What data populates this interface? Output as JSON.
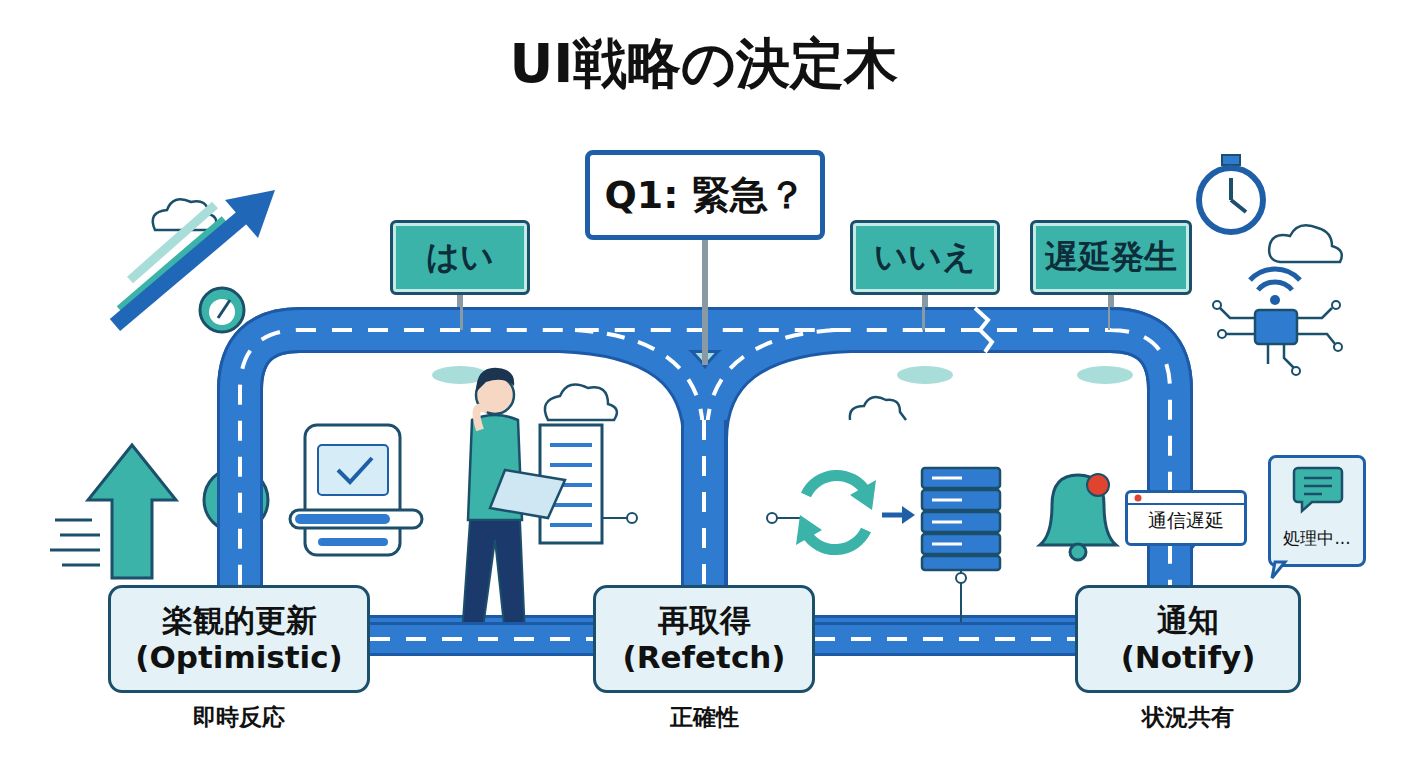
{
  "diagram": {
    "title": "UI戦略の決定木",
    "nodes": [
      {
        "text": [
          "Q1: 緊急？"
        ]
      },
      {
        "text": [
          "はい"
        ]
      },
      {
        "text": [
          "いいえ"
        ]
      },
      {
        "text": [
          "遅延発生"
        ]
      },
      {
        "text": [
          "通信遅延"
        ]
      },
      {
        "text": [
          "処理中..."
        ]
      },
      {
        "text": [
          "楽観的更新 (Optimistic)",
          "即時反応"
        ]
      },
      {
        "text": [
          "再取得 (Refetch)",
          "正確性"
        ]
      },
      {
        "text": [
          "通知 (Notify)",
          "状況共有"
        ]
      }
    ],
    "edges": [
      {
        "from": 1,
        "to": 6,
        "arrow": "none"
      },
      {
        "from": 0,
        "to": 7,
        "arrow": "none"
      },
      {
        "from": 2,
        "to": 3,
        "arrow": "none"
      },
      {
        "from": 3,
        "to": 8,
        "arrow": "none"
      },
      {
        "from": 6,
        "to": 7,
        "arrow": "none"
      },
      {
        "from": 7,
        "to": 8,
        "arrow": "none"
      }
    ]
  }
}
